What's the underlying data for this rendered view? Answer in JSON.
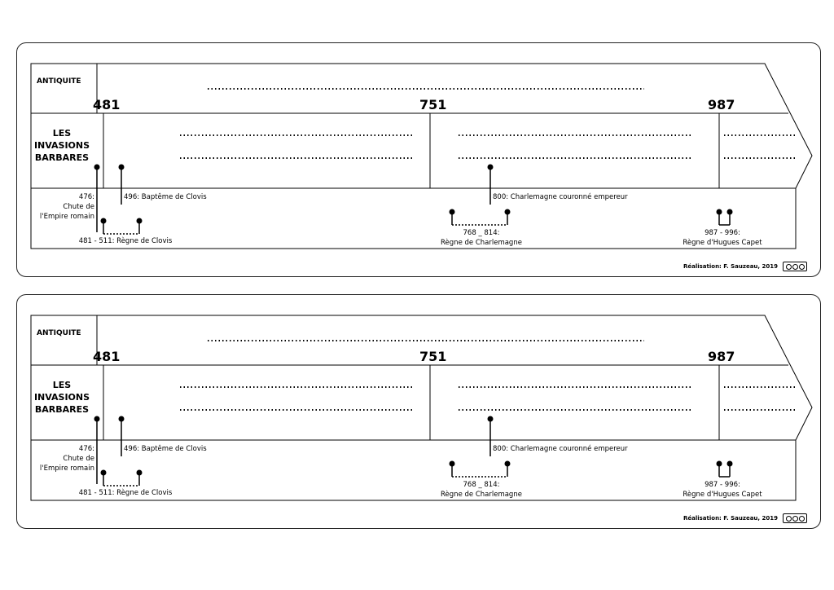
{
  "timelines": [
    {
      "antiquite": "ANTIQUITE",
      "date_481": "481",
      "date_751": "751",
      "date_987": "987",
      "title_line1": "LES",
      "title_line2": "INVASIONS",
      "title_line3": "BARBARES",
      "event_476_line1": "476:",
      "event_476_line2": "Chute de",
      "event_476_line3": "l'Empire romain",
      "event_496": "496: Baptême de Clovis",
      "event_481_511": "481 - 511: Règne de Clovis",
      "event_800": "800: Charlemagne couronné empereur",
      "event_768_814_line1": "768 _ 814:",
      "event_768_814_line2": "Règne de Charlemagne",
      "event_987_996_line1": "987 - 996:",
      "event_987_996_line2": "Règne d'Hugues Capet",
      "credit": "Réalisation: F. Sauzeau, 2019",
      "license_icon": "creative-commons-by-nc-sa-icon"
    },
    {
      "antiquite": "ANTIQUITE",
      "date_481": "481",
      "date_751": "751",
      "date_987": "987",
      "title_line1": "LES",
      "title_line2": "INVASIONS",
      "title_line3": "BARBARES",
      "event_476_line1": "476:",
      "event_476_line2": "Chute de",
      "event_476_line3": "l'Empire romain",
      "event_496": "496: Baptême de Clovis",
      "event_481_511": "481 - 511: Règne de Clovis",
      "event_800": "800: Charlemagne couronné empereur",
      "event_768_814_line1": "768 _ 814:",
      "event_768_814_line2": "Règne de Charlemagne",
      "event_987_996_line1": "987 - 996:",
      "event_987_996_line2": "Règne d'Hugues Capet",
      "credit": "Réalisation: F. Sauzeau, 2019",
      "license_icon": "creative-commons-by-nc-sa-icon"
    }
  ]
}
